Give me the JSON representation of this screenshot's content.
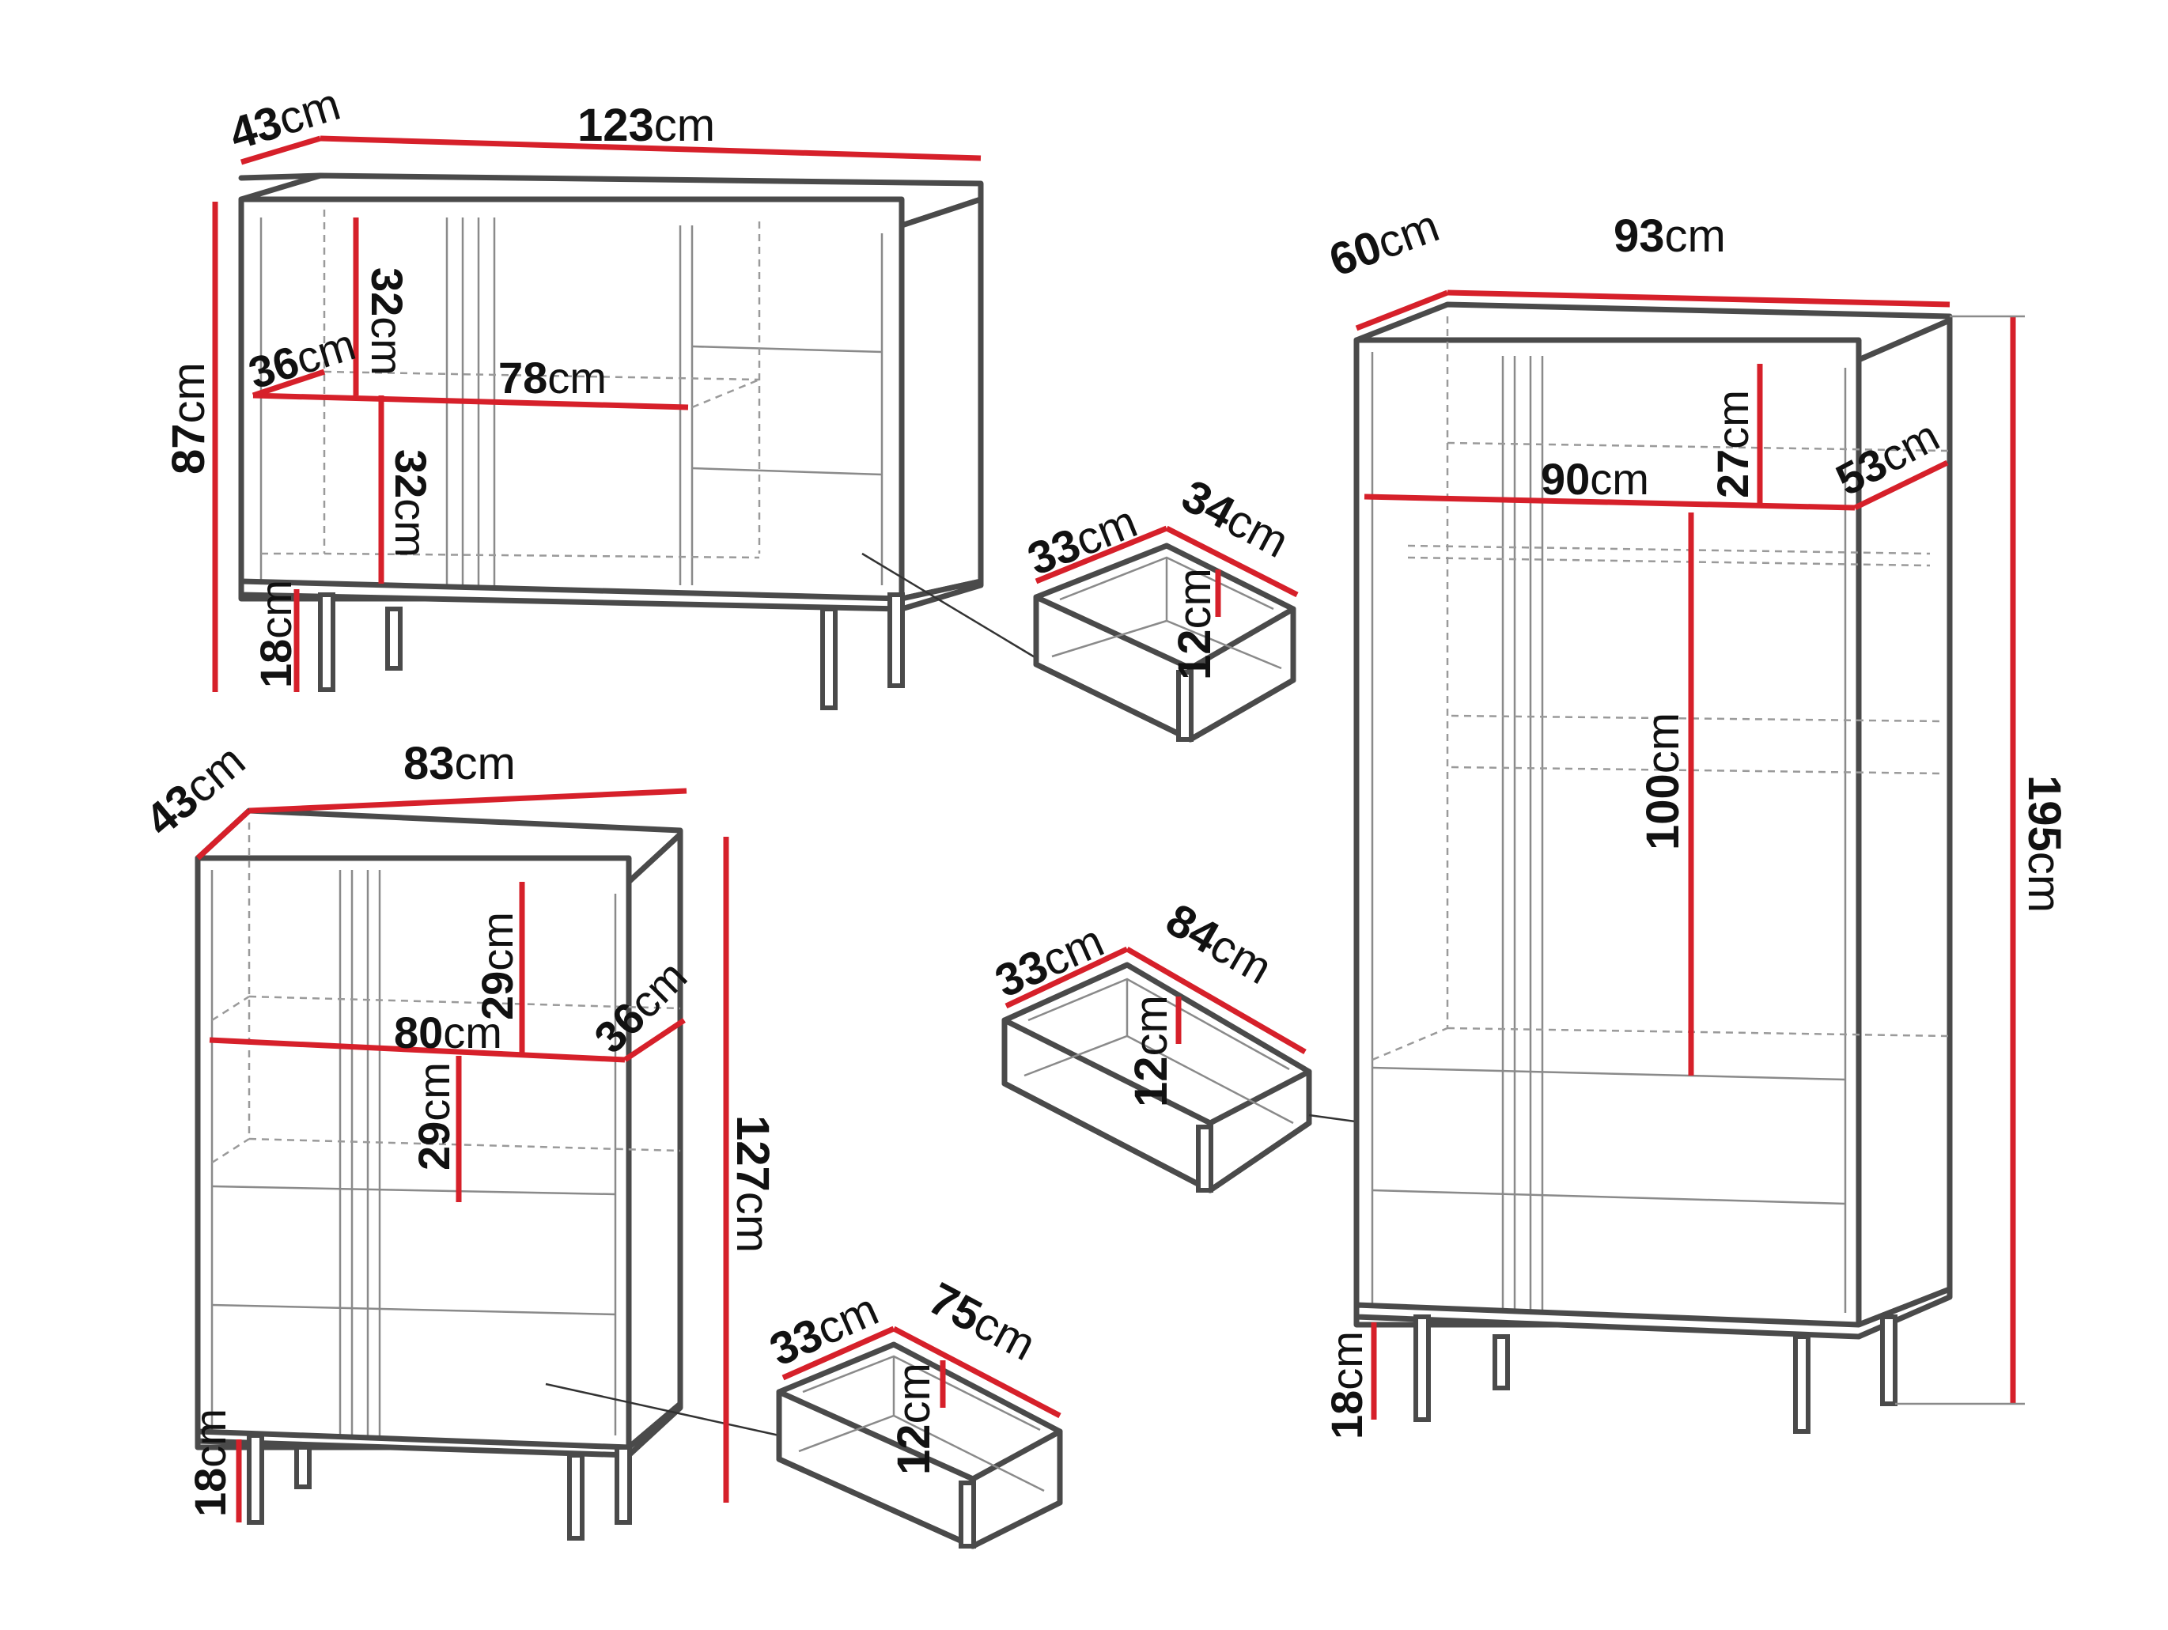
{
  "colors": {
    "outline": "#4a4a4a",
    "dimension": "#d6202a",
    "text": "#111111",
    "background": "#ffffff"
  },
  "unit": "cm",
  "sideboard": {
    "depth": "43",
    "width": "123",
    "height": "87",
    "shelf_depth": "36",
    "shelf_width": "78",
    "upper_compartment": "32",
    "lower_compartment": "32",
    "leg_height": "18",
    "drawer": {
      "depth": "33",
      "width": "34",
      "height": "12"
    }
  },
  "highboard": {
    "depth": "43",
    "width": "83",
    "height": "127",
    "shelf_depth": "36",
    "shelf_width": "80",
    "upper_compartment": "29",
    "lower_compartment": "29",
    "leg_height": "18",
    "drawer": {
      "depth": "33",
      "width": "75",
      "height": "12"
    }
  },
  "wardrobe": {
    "depth": "60",
    "width": "93",
    "height": "195",
    "inner_depth": "53",
    "inner_width": "90",
    "top_compartment": "27",
    "hanging_height": "100",
    "leg_height": "18",
    "drawer": {
      "depth": "33",
      "width": "84",
      "height": "12"
    }
  }
}
